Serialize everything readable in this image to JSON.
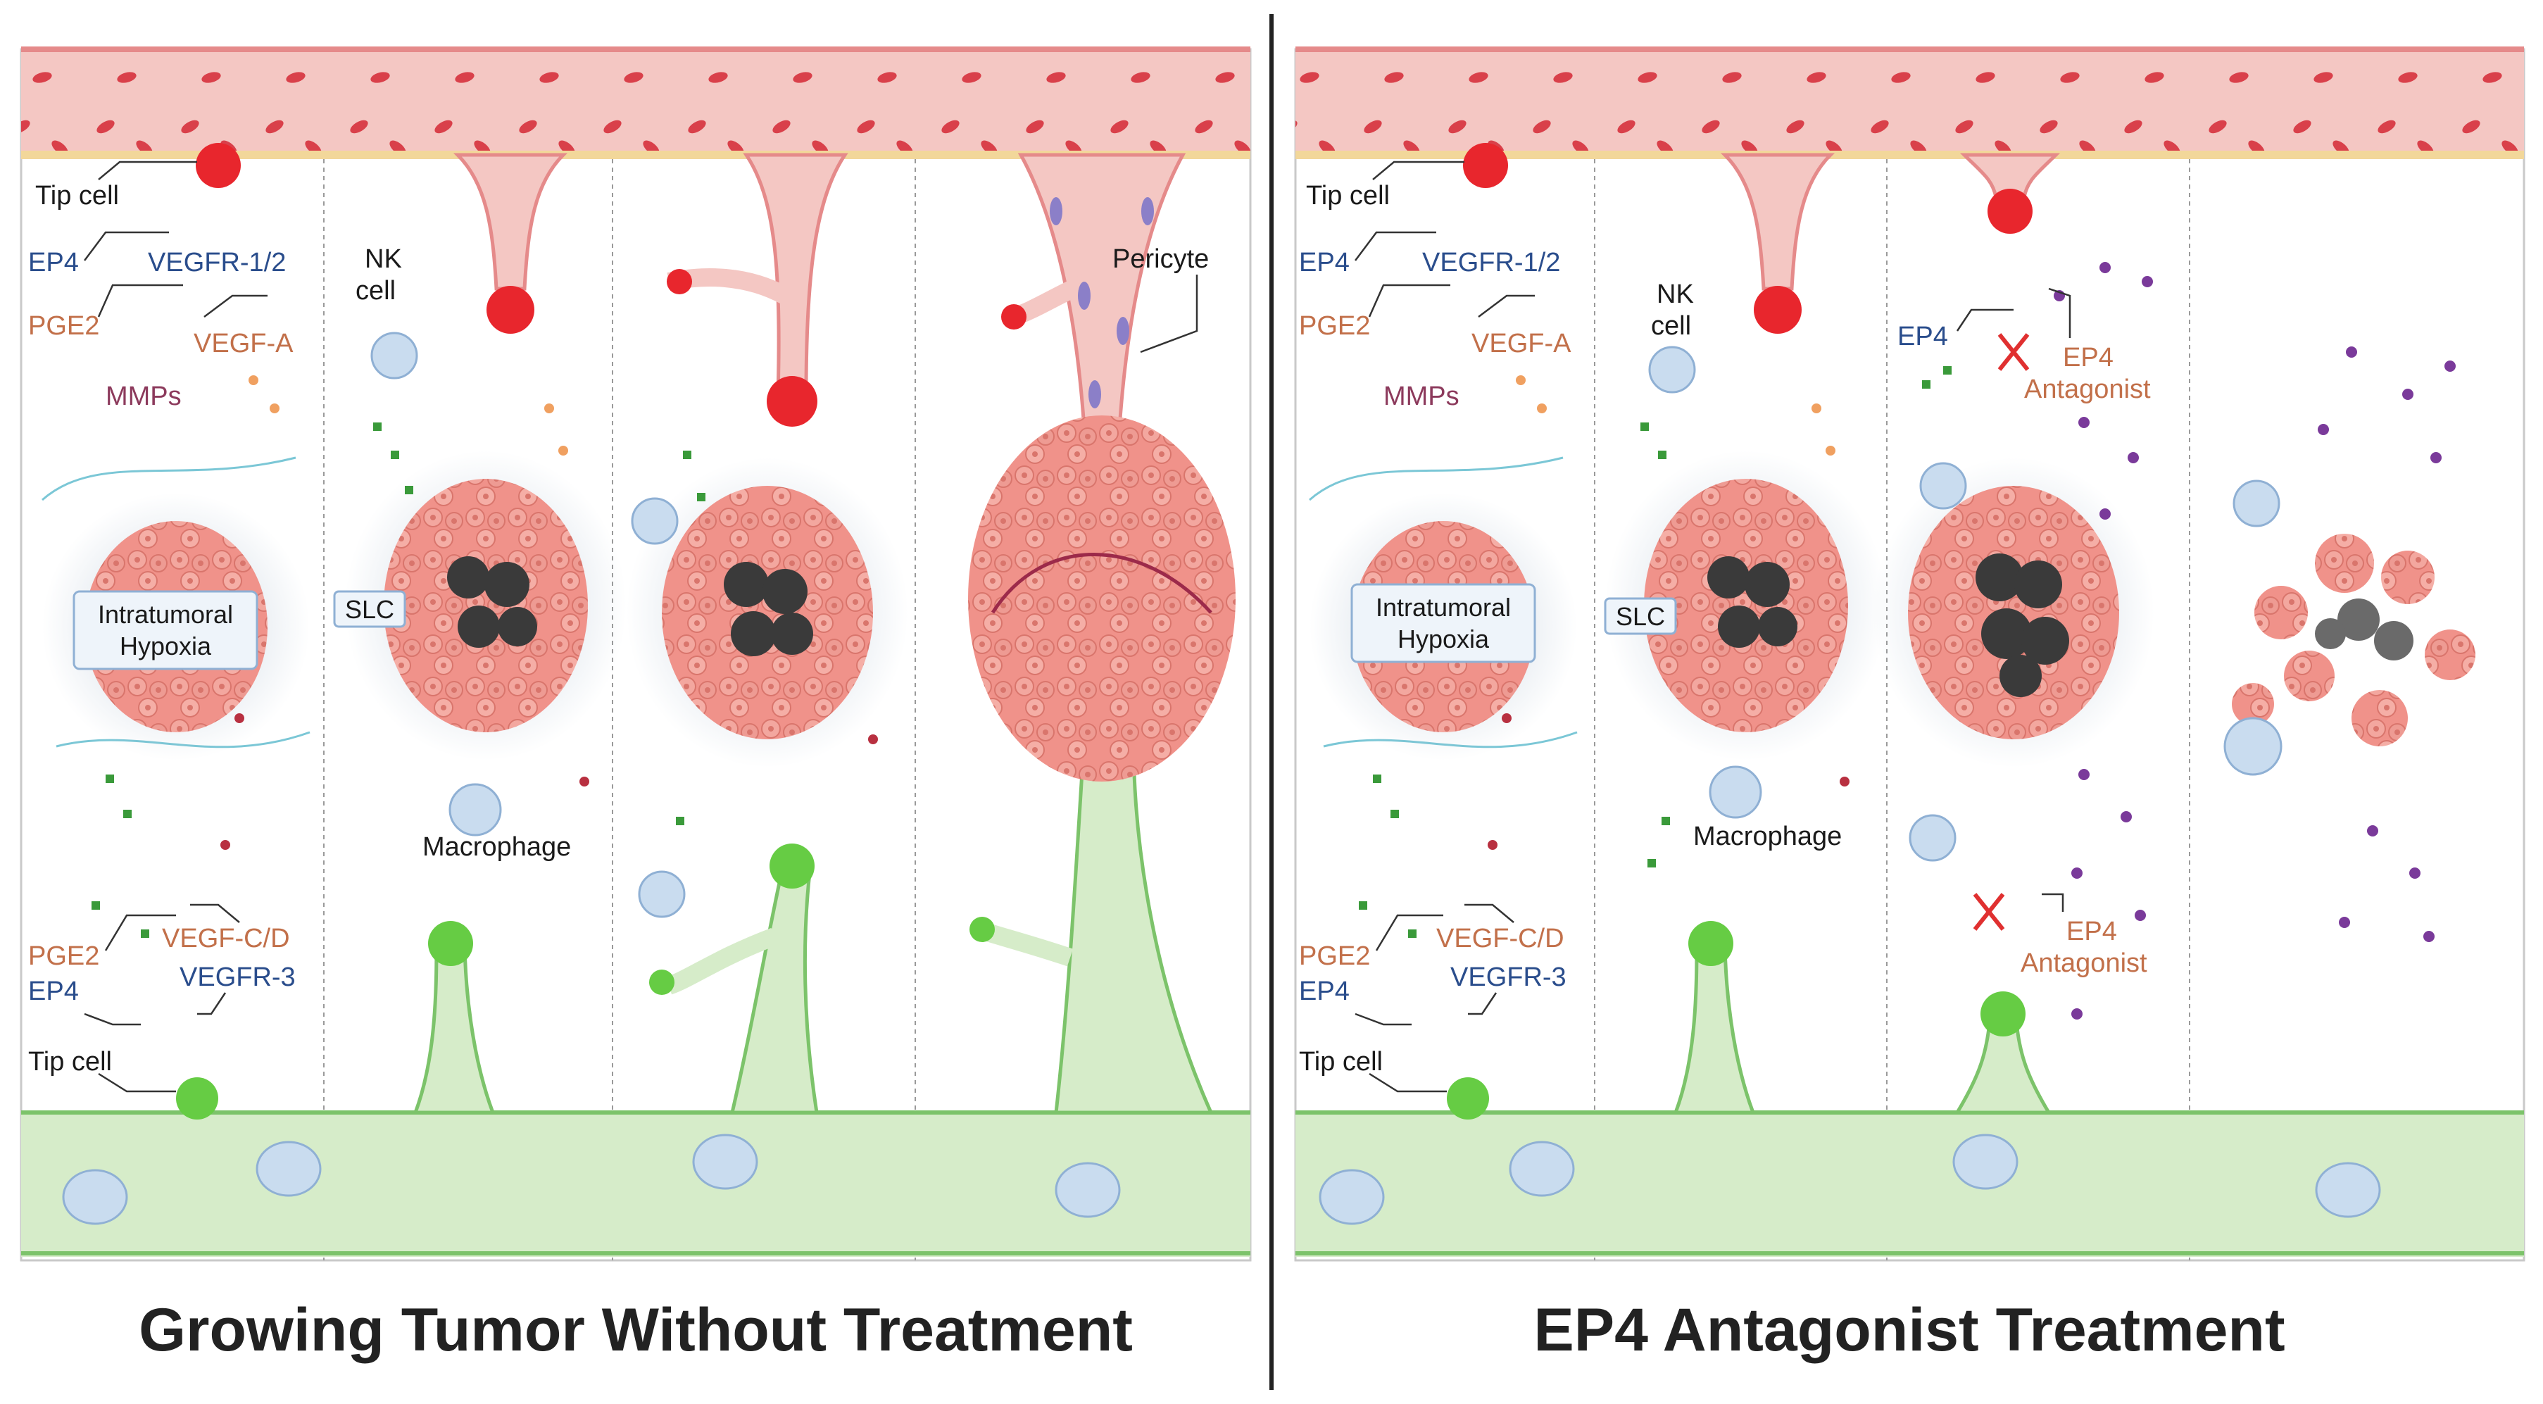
{
  "colors": {
    "blood_vessel": "#f4c7c3",
    "blood_vessel_edge": "#e58a8a",
    "red_cell": "#d9404a",
    "lymph_vessel": "#d6ecc9",
    "lymph_edge": "#7cc36a",
    "tip_cell_blood": "#e8262d",
    "tip_cell_lymph": "#66cc44",
    "tumor": "#f0928a",
    "necrotic": "#3a3a3a",
    "pge2_square": "#3a9a3a",
    "antagonist_dot": "#7a3a9a",
    "pericyte": "#8b7fc8",
    "label_blue": "#2a4d8c",
    "label_orange": "#c2704a"
  },
  "left_panel": {
    "title": "Growing Tumor Without Treatment",
    "labels": {
      "tip_cell_top": "Tip cell",
      "ep4_top": "EP4",
      "vegfr12": "VEGFR-1/2",
      "pge2_top": "PGE2",
      "vegfa": "VEGF-A",
      "mmps": "MMPs",
      "hypoxia": "Intratumoral Hypoxia",
      "nk": "NK cell",
      "slc": "SLC",
      "macrophage": "Macrophage",
      "pericyte": "Pericyte",
      "pge2_bottom": "PGE2",
      "vegfcd": "VEGF-C/D",
      "ep4_bottom": "EP4",
      "vegfr3": "VEGFR-3",
      "tip_cell_bottom": "Tip cell"
    }
  },
  "right_panel": {
    "title": "EP4 Antagonist Treatment",
    "labels": {
      "tip_cell_top": "Tip cell",
      "ep4_top": "EP4",
      "vegfr12": "VEGFR-1/2",
      "pge2_top": "PGE2",
      "vegfa": "VEGF-A",
      "mmps": "MMPs",
      "hypoxia": "Intratumoral Hypoxia",
      "nk": "NK cell",
      "slc": "SLC",
      "macrophage": "Macrophage",
      "ep4_mid": "EP4",
      "antagonist_top": "EP4 Antagonist",
      "antagonist_bottom": "EP4 Antagonist",
      "pge2_bottom": "PGE2",
      "vegfcd": "VEGF-C/D",
      "ep4_bottom": "EP4",
      "vegfr3": "VEGFR-3",
      "tip_cell_bottom": "Tip cell"
    }
  }
}
